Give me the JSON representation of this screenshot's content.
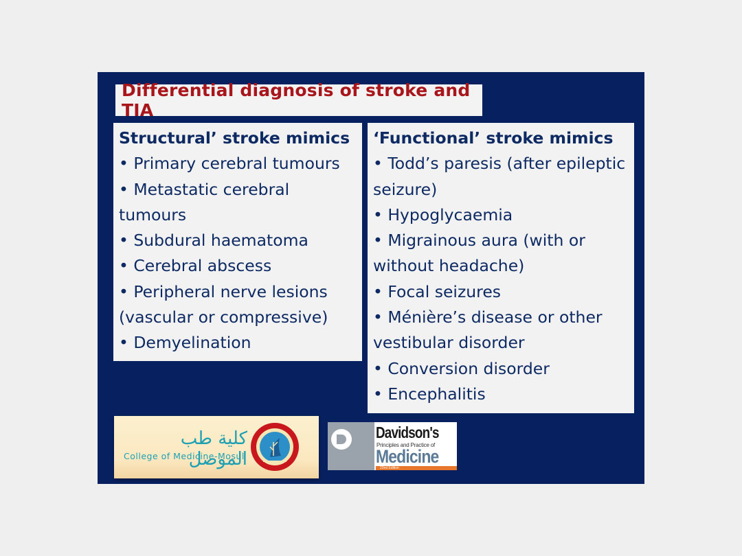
{
  "slide": {
    "title": "Differential diagnosis of stroke and TIA"
  },
  "structural": {
    "heading": "Structural’ stroke mimics",
    "items": [
      "• Primary cerebral tumours",
      "• Metastatic cerebral tumours",
      "• Subdural haematoma",
      "• Cerebral abscess",
      "• Peripheral nerve lesions (vascular or compressive)",
      "• Demyelination"
    ]
  },
  "functional": {
    "heading": "‘Functional’ stroke mimics",
    "items": [
      "• Todd’s paresis (after epileptic seizure)",
      "• Hypoglycaemia",
      "• Migrainous aura (with or without headache)",
      "• Focal seizures",
      "• Ménière’s disease or other vestibular disorder",
      "• Conversion disorder",
      "• Encephalitis"
    ]
  },
  "logos": {
    "mosul_arabic": "كلية طب الموصل",
    "mosul_english": "College of Medicine-Mosul",
    "davidson_title": "Davidson's",
    "davidson_subtitle": "Principles and Practice of",
    "davidson_medicine": "Medicine",
    "davidson_edition": "22nd Edition"
  },
  "colors": {
    "slide_background": "#07205f",
    "title_text": "#a8161c",
    "body_text": "#0e2a63",
    "box_background": "#f2f2f3"
  }
}
